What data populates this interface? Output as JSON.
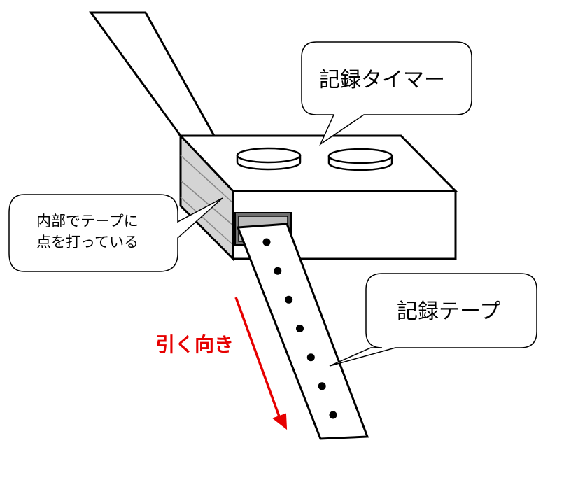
{
  "labels": {
    "timer_callout": "記録タイマー",
    "inside_callout_line1": "内部でテープに",
    "inside_callout_line2": "点を打っている",
    "tape_callout": "記録テープ",
    "pull_direction": "引く向き"
  },
  "colors": {
    "outline": "#000000",
    "fill": "#ffffff",
    "side_face": "#d4d4d4",
    "slot_outer": "#6e6e6e",
    "slot_inner": "#bdbdbd",
    "arrow": "#e60000"
  },
  "tape_dot_count": 7
}
